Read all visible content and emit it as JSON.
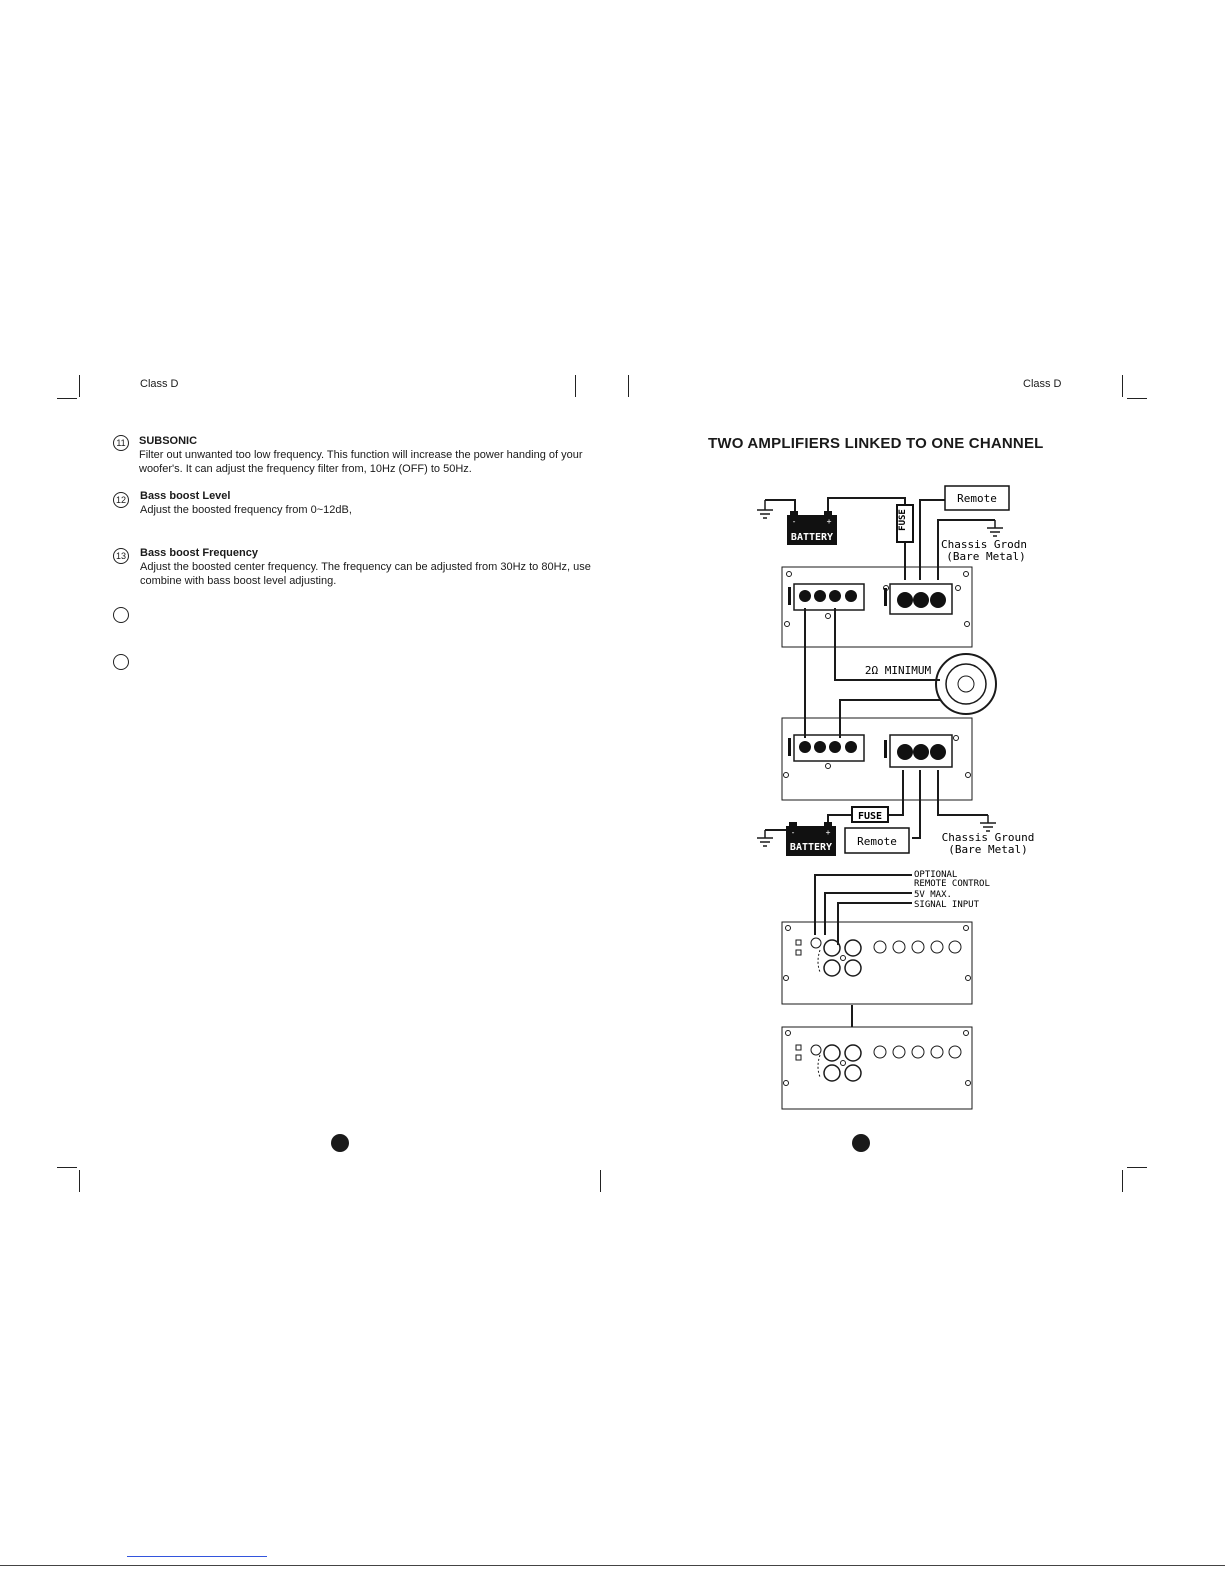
{
  "left_page": {
    "header": "Class D",
    "items": [
      {
        "number": "11",
        "title": "SUBSONIC",
        "body": "Filter out unwanted too low frequency. This function will increase the power handing of your woofer's. It can adjust the frequency filter from, 10Hz (OFF) to 50Hz."
      },
      {
        "number": "12",
        "title": "Bass boost Level",
        "body": "Adjust the boosted frequency from 0~12dB,"
      },
      {
        "number": "13",
        "title": "Bass boost Frequency",
        "body": "Adjust the boosted center frequency. The frequency can be adjusted from 30Hz to 80Hz, use combine with bass boost level adjusting."
      }
    ]
  },
  "right_page": {
    "header": "Class D",
    "title": "TWO AMPLIFIERS LINKED TO ONE CHANNEL",
    "diagram": {
      "remote_top": "Remote",
      "battery_top": "BATTERY",
      "fuse_top": "FUSE",
      "chassis_top_1": "Chassis Grodn",
      "chassis_top_2": "(Bare Metal)",
      "speaker_label": "2Ω MINIMUM",
      "fuse_bottom": "FUSE",
      "battery_bottom": "BATTERY",
      "remote_bottom": "Remote",
      "chassis_bottom_1": "Chassis Ground",
      "chassis_bottom_2": "(Bare Metal)",
      "optional_1": "OPTIONAL",
      "optional_2": "REMOTE CONTROL",
      "five_v": "5V MAX.",
      "signal_input": "SIGNAL INPUT"
    }
  }
}
